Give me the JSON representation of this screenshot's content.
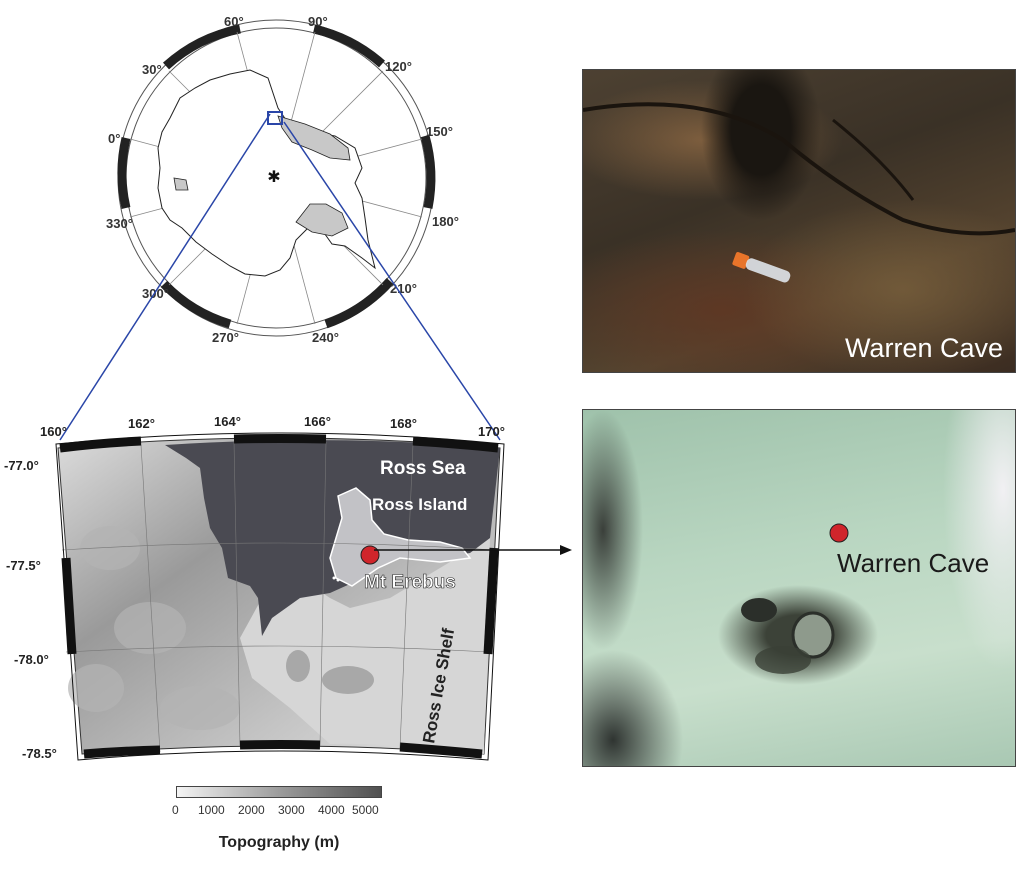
{
  "polar_map": {
    "longitude_labels": [
      "60°",
      "90°",
      "120°",
      "150°",
      "180°",
      "210°",
      "240°",
      "270°",
      "300°",
      "330°",
      "0°",
      "30°"
    ]
  },
  "region_map": {
    "longitude_ticks": [
      "160°",
      "162°",
      "164°",
      "166°",
      "168°",
      "170°"
    ],
    "latitude_ticks": [
      "-77.0°",
      "-77.5°",
      "-78.0°",
      "-78.5°"
    ],
    "labels": {
      "sea": "Ross Sea",
      "island": "Ross Island",
      "volcano": "Mt Erebus",
      "ice_shelf": "Ross Ice Shelf"
    },
    "marker_color": "#d0252b"
  },
  "colorbar": {
    "ticks": [
      "0",
      "1000",
      "2000",
      "3000",
      "4000",
      "5000"
    ],
    "title": "Topography (m)"
  },
  "photo": {
    "label": "Warren Cave"
  },
  "satellite": {
    "label": "Warren Cave",
    "marker_color": "#d0252b"
  }
}
